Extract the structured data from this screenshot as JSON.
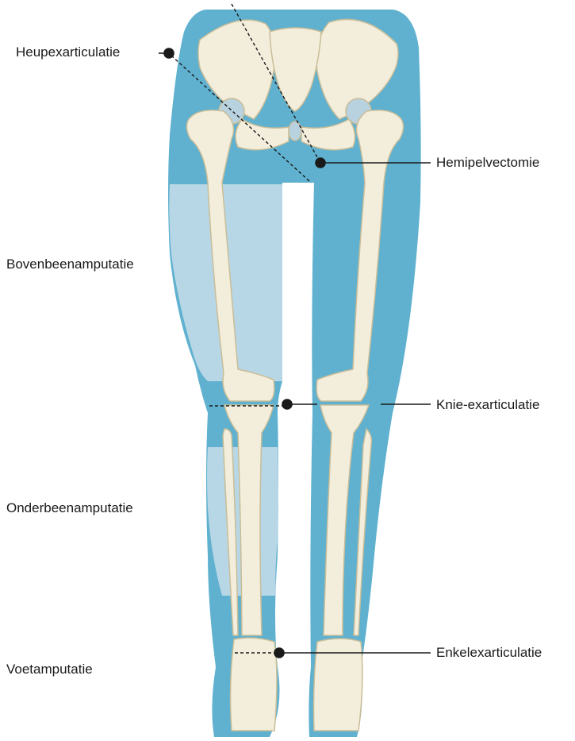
{
  "labels": {
    "heup": "Heupexarticulatie",
    "hemi": "Hemipelvectomie",
    "boven": "Bovenbeenamputatie",
    "knie": "Knie-exarticulatie",
    "onder": "Onderbeenamputatie",
    "enkel": "Enkelexarticulatie",
    "voet": "Voetamputatie"
  },
  "colors": {
    "body_dark": "#5fb1cf",
    "body_light": "#b7d7e6",
    "bone": "#f3eedc",
    "bone_outline": "#c9bd98",
    "cartilage": "#b9d2e0",
    "line": "#1a1a1a"
  }
}
